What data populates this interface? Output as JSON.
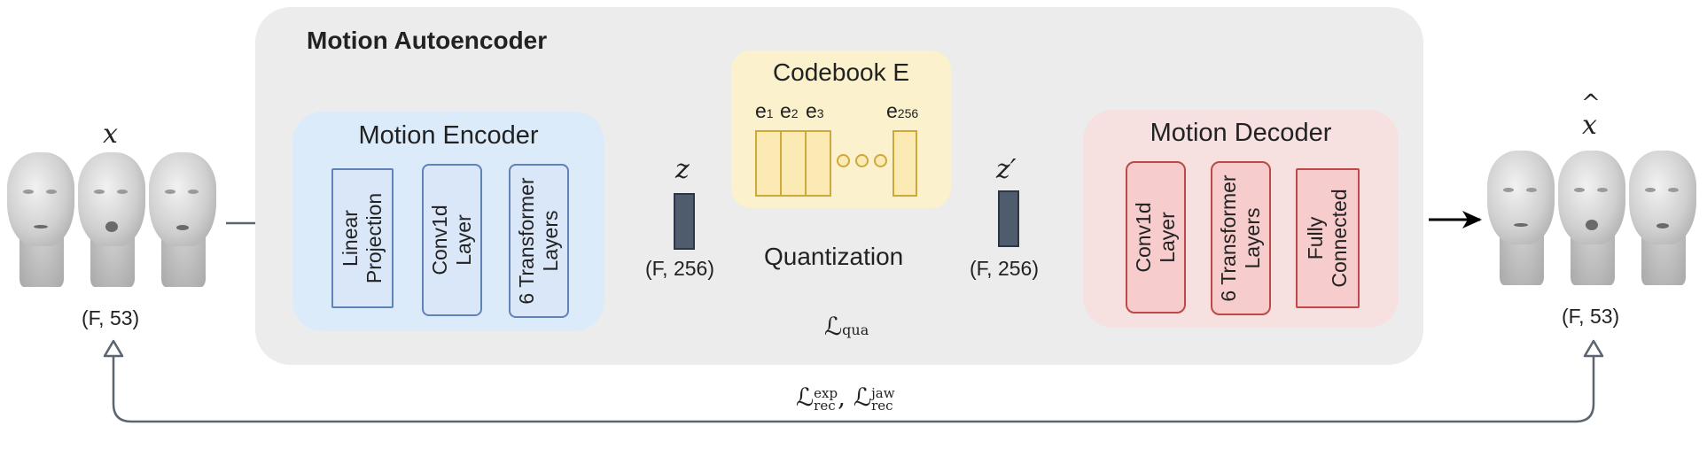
{
  "autoencoder": {
    "title": "Motion Autoencoder"
  },
  "encoder": {
    "title": "Motion Encoder",
    "layers": [
      "Linear\nProjection",
      "Conv1d\nLayer",
      "6 Transformer\nLayers"
    ]
  },
  "decoder": {
    "title": "Motion Decoder",
    "layers": [
      "Conv1d\nLayer",
      "6 Transformer\nLayers",
      "Fully\nConnected"
    ]
  },
  "codebook": {
    "title": "Codebook E",
    "entries": [
      "e1",
      "e2",
      "e3",
      "e256"
    ],
    "entry_labels": {
      "e1_base": "e",
      "e1_sub": "1",
      "e2_base": "e",
      "e2_sub": "2",
      "e3_base": "e",
      "e3_sub": "3",
      "e256_base": "e",
      "e256_sub": "256"
    }
  },
  "latent": {
    "z_label": "z",
    "z_shape": "(F, 256)",
    "zq_label": "z′",
    "zq_shape": "(F, 256)",
    "operation": "Quantization"
  },
  "input": {
    "label": "x",
    "shape": "(F, 53)"
  },
  "output": {
    "label": "x̂",
    "hat": "^",
    "base": "x",
    "shape": "(F, 53)"
  },
  "losses": {
    "quant": {
      "symbol": "ℒ",
      "sub": "qua"
    },
    "recon": {
      "symbol": "ℒ",
      "sub1": "rec",
      "sup1": "exp",
      "sep": ",",
      "sub2": "rec",
      "sup2": "jaw"
    }
  },
  "colors": {
    "panel_bg": "#ececec",
    "encoder_bg": "#dcebfa",
    "decoder_bg": "#f6e0e0",
    "codebook_bg": "#fbf1cd",
    "arrow": "#5a6472"
  }
}
